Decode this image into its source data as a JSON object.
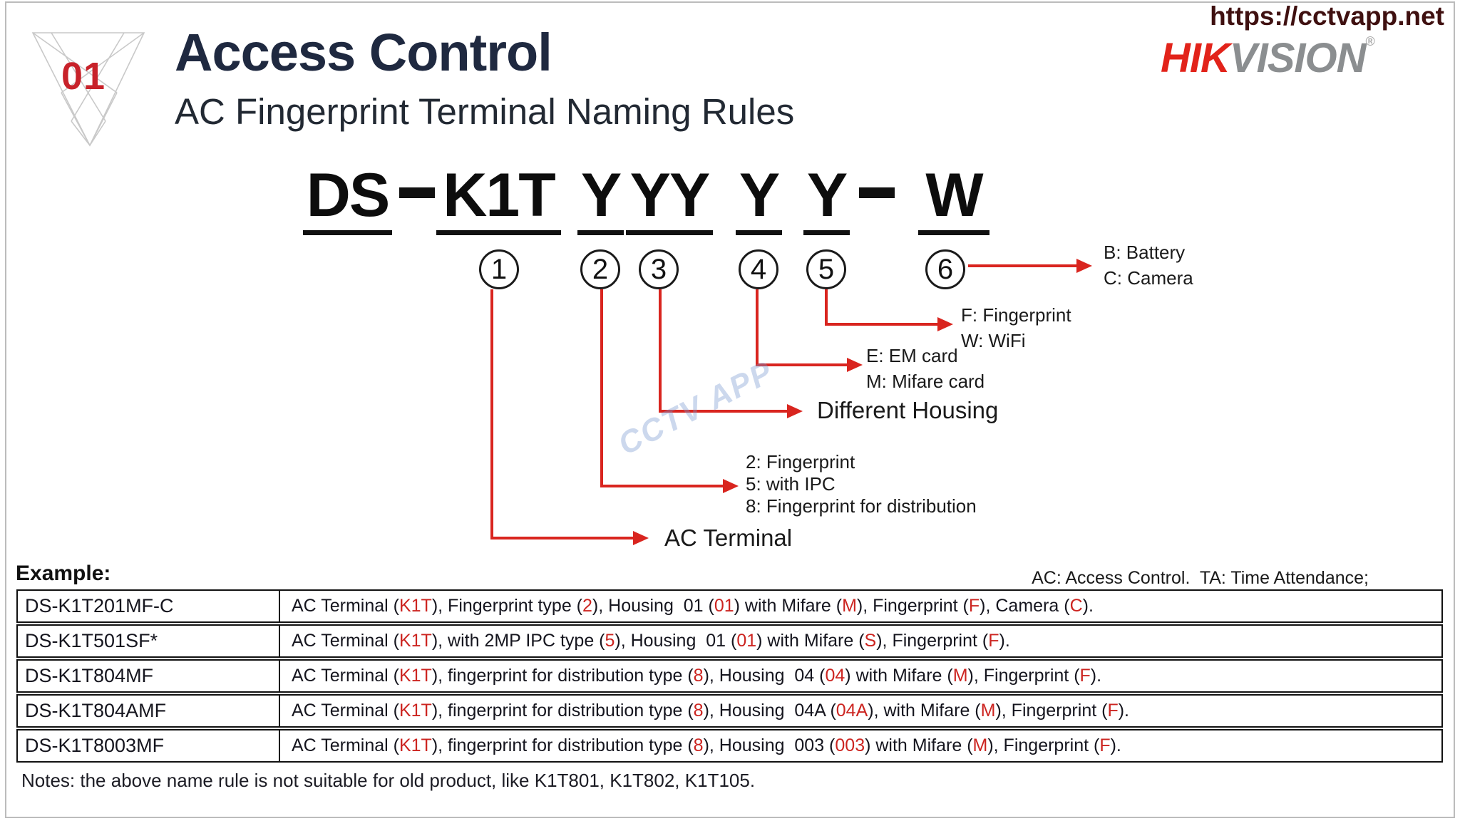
{
  "header": {
    "badge": "01",
    "title": "Access Control",
    "subtitle": "AC Fingerprint Terminal Naming Rules",
    "url": "https://cctvapp.net",
    "brand": {
      "hik": "HIK",
      "vision": "VISION",
      "reg": "®"
    }
  },
  "naming": {
    "segments": [
      {
        "text": "DS"
      },
      {
        "text": "-"
      },
      {
        "text": "K1T"
      },
      {
        "text": "Y"
      },
      {
        "text": "YY"
      },
      {
        "text": "Y"
      },
      {
        "text": "Y"
      },
      {
        "text": "-"
      },
      {
        "text": "W"
      }
    ],
    "markers": [
      "1",
      "2",
      "3",
      "4",
      "5",
      "6"
    ],
    "callouts": {
      "c1": {
        "lines": [
          "AC Terminal"
        ]
      },
      "c2": {
        "lines": [
          "2: Fingerprint",
          "5: with IPC",
          "8: Fingerprint for distribution"
        ]
      },
      "c3": {
        "lines": [
          "Different Housing"
        ]
      },
      "c4": {
        "lines": [
          "E: EM card",
          "M: Mifare card"
        ]
      },
      "c5": {
        "lines": [
          "F: Fingerprint",
          "W: WiFi"
        ]
      },
      "c6": {
        "lines": [
          "B: Battery",
          "C: Camera"
        ]
      }
    }
  },
  "example": {
    "heading": "Example:",
    "legend": "AC: Access Control.  TA: Time Attendance;",
    "rows": [
      {
        "model": "DS-K1T201MF-C",
        "parts": [
          {
            "t": "AC Terminal ("
          },
          {
            "t": "K1T",
            "r": true
          },
          {
            "t": "), Fingerprint type ("
          },
          {
            "t": "2",
            "r": true
          },
          {
            "t": "), Housing  01 ("
          },
          {
            "t": "01",
            "r": true
          },
          {
            "t": ") with Mifare ("
          },
          {
            "t": "M",
            "r": true
          },
          {
            "t": "), Fingerprint ("
          },
          {
            "t": "F",
            "r": true
          },
          {
            "t": "), Camera ("
          },
          {
            "t": "C",
            "r": true
          },
          {
            "t": ")."
          }
        ]
      },
      {
        "model": "DS-K1T501SF*",
        "parts": [
          {
            "t": "AC Terminal ("
          },
          {
            "t": "K1T",
            "r": true
          },
          {
            "t": "), with 2MP IPC type ("
          },
          {
            "t": "5",
            "r": true
          },
          {
            "t": "), Housing  01 ("
          },
          {
            "t": "01",
            "r": true
          },
          {
            "t": ") with Mifare ("
          },
          {
            "t": "S",
            "r": true
          },
          {
            "t": "), Fingerprint ("
          },
          {
            "t": "F",
            "r": true
          },
          {
            "t": ")."
          }
        ]
      },
      {
        "model": "DS-K1T804MF",
        "parts": [
          {
            "t": "AC Terminal ("
          },
          {
            "t": "K1T",
            "r": true
          },
          {
            "t": "), fingerprint for distribution type ("
          },
          {
            "t": "8",
            "r": true
          },
          {
            "t": "), Housing  04 ("
          },
          {
            "t": "04",
            "r": true
          },
          {
            "t": ") with Mifare ("
          },
          {
            "t": "M",
            "r": true
          },
          {
            "t": "), Fingerprint ("
          },
          {
            "t": "F",
            "r": true
          },
          {
            "t": ")."
          }
        ]
      },
      {
        "model": "DS-K1T804AMF",
        "parts": [
          {
            "t": "AC Terminal ("
          },
          {
            "t": "K1T",
            "r": true
          },
          {
            "t": "), fingerprint for distribution type ("
          },
          {
            "t": "8",
            "r": true
          },
          {
            "t": "), Housing  04A ("
          },
          {
            "t": "04A",
            "r": true
          },
          {
            "t": "), with Mifare ("
          },
          {
            "t": "M",
            "r": true
          },
          {
            "t": "), Fingerprint ("
          },
          {
            "t": "F",
            "r": true
          },
          {
            "t": ")."
          }
        ]
      },
      {
        "model": "DS-K1T8003MF",
        "parts": [
          {
            "t": "AC Terminal ("
          },
          {
            "t": "K1T",
            "r": true
          },
          {
            "t": "), fingerprint for distribution type ("
          },
          {
            "t": "8",
            "r": true
          },
          {
            "t": "), Housing  003 ("
          },
          {
            "t": "003",
            "r": true
          },
          {
            "t": ") with Mifare ("
          },
          {
            "t": "M",
            "r": true
          },
          {
            "t": "), Fingerprint ("
          },
          {
            "t": "F",
            "r": true
          },
          {
            "t": ")."
          }
        ]
      }
    ]
  },
  "notes": "Notes: the above name rule is not suitable for old product, like K1T801, K1T802, K1T105.",
  "watermark": "CCTV APP",
  "colors": {
    "accent_red": "#d9251f",
    "brand_red": "#e2231a",
    "brand_gray": "#8b8e90",
    "title_navy": "#1f2940"
  }
}
